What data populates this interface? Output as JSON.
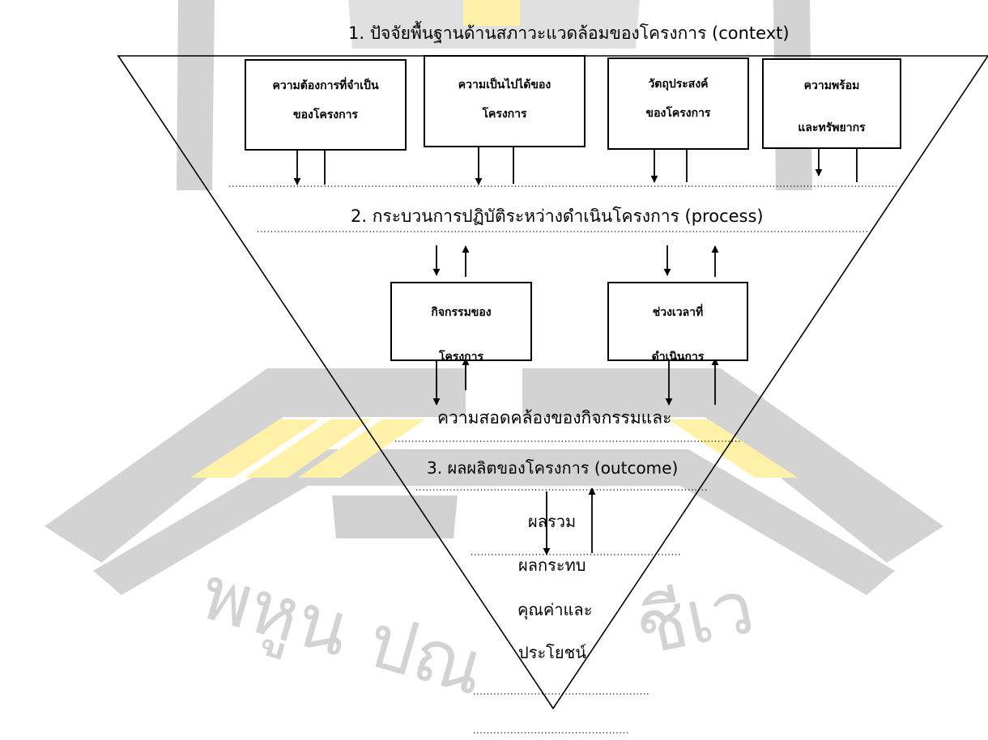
{
  "colors": {
    "watermark_gray": "#d3d3d3",
    "watermark_yellow": "#fff2a8",
    "line": "#000000"
  },
  "watermark": {
    "text_left": "พหูน ปณ",
    "text_right": "ชีเว",
    "motif": "university-seal-watermark"
  },
  "headings": {
    "context": "1.  ปัจจัยพื้นฐานด้านสภาวะแวดล้อมของโครงการ (context)",
    "process": "2.  กระบวนการปฏิบัติระหว่างดำเนินโครงการ (process)",
    "consistency": "ความสอดคล้องของกิจกรรมและ",
    "outcome": "3. ผลผลิตของโครงการ (outcome)",
    "total": "ผลรวม",
    "impact": "ผลกระทบ",
    "value": "คุณค่าและ",
    "benefit": "ประโยชน์"
  },
  "boxes": {
    "need": {
      "line1": "ความต้องการที่จำเป็น",
      "line2": "ของโครงการ"
    },
    "feasibility": {
      "line1": "ความเป็นไปได้ของ",
      "line2": "โครงการ"
    },
    "objective": {
      "line1": "วัตถุประสงค์",
      "line2": "ของโครงการ"
    },
    "readiness": {
      "line1": "ความพร้อม",
      "line2": "และทรัพยากร"
    },
    "activity": {
      "line1": "กิจกรรมของ",
      "line2": "โครงการ"
    },
    "period": {
      "line1": "ช่วงเวลาที่",
      "line2": "ดำเนินการ"
    }
  }
}
